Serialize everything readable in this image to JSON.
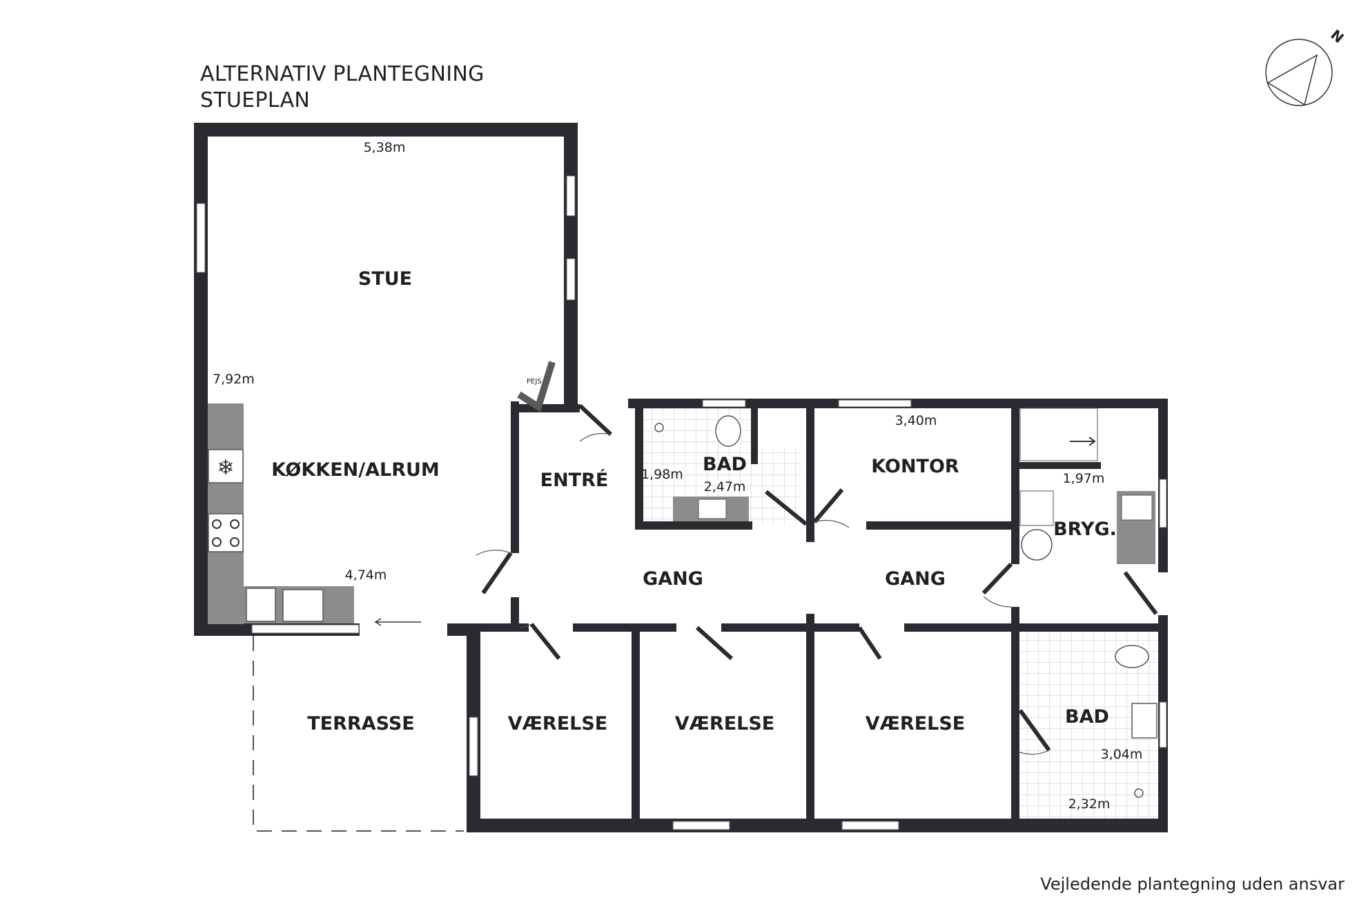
{
  "title": {
    "line1": "ALTERNATIV PLANTEGNING",
    "line2": "STUEPLAN"
  },
  "compass": {
    "label": "N",
    "icon": "north-arrow-icon"
  },
  "rooms": {
    "stue": "STUE",
    "kokken": "KØKKEN/ALRUM",
    "entre": "ENTRÉ",
    "bad1": "BAD",
    "kontor": "KONTOR",
    "bryg": "BRYG.",
    "gang1": "GANG",
    "gang2": "GANG",
    "terrasse": "TERRASSE",
    "vaerelse1": "VÆRELSE",
    "vaerelse2": "VÆRELSE",
    "vaerelse3": "VÆRELSE",
    "bad2": "BAD"
  },
  "dimensions": {
    "stue_width": "5,38m",
    "stue_height": "7,92m",
    "kitchen_width": "4,74m",
    "bad1_height": "1,98m",
    "bad1_width": "2,47m",
    "kontor_width": "3,40m",
    "bryg_width": "1,97m",
    "bad2_height": "3,04m",
    "bad2_width": "2,32m"
  },
  "fixtures": {
    "fireplace": "PEJS"
  },
  "colors": {
    "wall": "#2a2a30",
    "counter": "#8c8c8c",
    "tile": "#d8d8d8",
    "window": "#bcbcbc"
  },
  "footer": "Vejledende plantegning uden ansvar"
}
